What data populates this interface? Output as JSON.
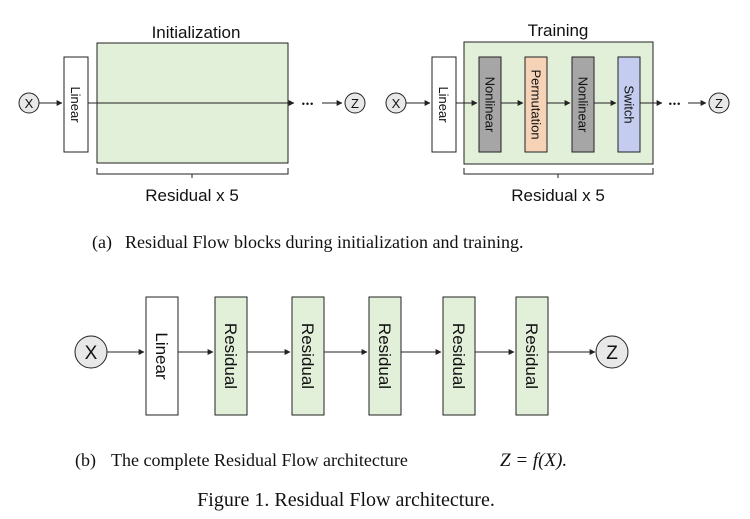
{
  "panel_a": {
    "left": {
      "title": "Initialization",
      "input_label": "X",
      "linear_label": "Linear",
      "dots": "•••",
      "output_label": "Z",
      "brace_label": "Residual x 5"
    },
    "right": {
      "title": "Training",
      "input_label": "X",
      "linear_label": "Linear",
      "blocks": [
        {
          "label": "Nonlinear",
          "color": "#a6a6a6"
        },
        {
          "label": "Permutation",
          "color": "#f6d2b6"
        },
        {
          "label": "Nonlinear",
          "color": "#a6a6a6"
        },
        {
          "label": "Switch",
          "color": "#c4cdf0"
        }
      ],
      "dots": "•••",
      "output_label": "Z",
      "brace_label": "Residual x 5"
    },
    "caption_tag": "(a)",
    "caption": "Residual Flow blocks during initialization and training."
  },
  "panel_b": {
    "input_label": "X",
    "linear_label": "Linear",
    "residual_labels": [
      "Residual",
      "Residual",
      "Residual",
      "Residual",
      "Residual"
    ],
    "output_label": "Z",
    "caption_tag": "(b)",
    "caption_text": "The complete Residual Flow architecture",
    "caption_math": "Z = f(X).",
    "residual_color": "#e3f0d8"
  },
  "figure_caption": "Figure 1. Residual Flow architecture.",
  "colors": {
    "residual_fill": "#e2efd9",
    "node_fill": "#e8e8e8",
    "linear_fill": "#ffffff"
  }
}
